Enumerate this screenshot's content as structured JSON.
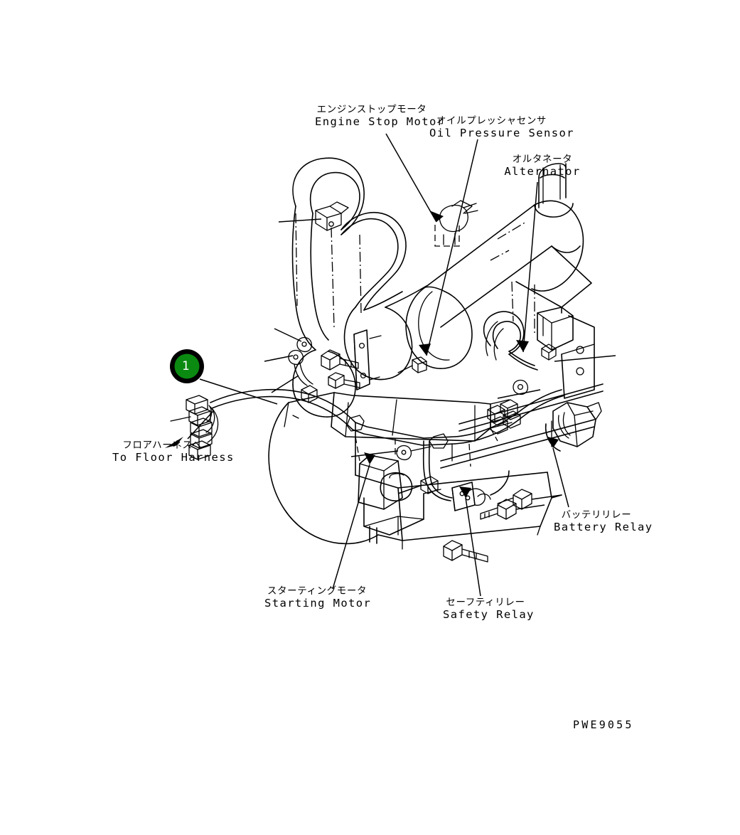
{
  "sheet": {
    "drawing_code": "PWE9055",
    "background": "#ffffff",
    "line_color": "#000000"
  },
  "callouts": [
    {
      "number": "1",
      "fill_color": "#0b8a12",
      "ring_color": "#000000",
      "text_color": "#ffffff",
      "name": "item-1-balloon"
    }
  ],
  "labels": {
    "engine_stop_motor": {
      "jp": "エンジンストップモータ",
      "en": "Engine Stop Motor"
    },
    "oil_pressure_sensor": {
      "jp": "オイルプレッシャセンサ",
      "en": "Oil Pressure Sensor"
    },
    "alternator": {
      "jp": "オルタネータ",
      "en": "Alternator"
    },
    "to_floor_harness": {
      "jp": "フロアハーネスヘ",
      "en": "To Floor Harness"
    },
    "starting_motor": {
      "jp": "スターティングモータ",
      "en": "Starting Motor"
    },
    "safety_relay": {
      "jp": "セーフティリレー",
      "en": "Safety Relay"
    },
    "battery_relay": {
      "jp": "バッテリリレー",
      "en": "Battery Relay"
    }
  }
}
